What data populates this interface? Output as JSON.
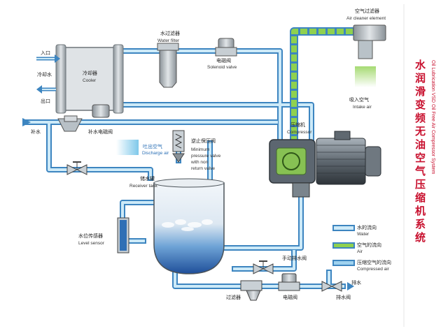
{
  "title": {
    "cn": [
      "水",
      "润",
      "滑",
      "变",
      "频",
      "无",
      "油",
      "空",
      "气",
      "压",
      "缩",
      "机",
      "系",
      "统"
    ],
    "en": "Oil Lubrication VSD Oil Free Air Compressor System"
  },
  "labels": {
    "inlet": "入口",
    "cooling_water": "冷却水",
    "outlet": "出口",
    "makeup_water": "补水",
    "cooler_cn": "冷却器",
    "cooler_en": "Cooler",
    "water_filter_cn": "水过滤器",
    "water_filter_en": "Water filter",
    "solenoid_valve_cn": "电磁阀",
    "solenoid_valve_en": "Solenoid valve",
    "makeup_solenoid_cn": "补水电磁阀",
    "air_cleaner_cn": "空气过滤器",
    "air_cleaner_en": "Air cleaner element",
    "intake_air_cn": "吸入空气",
    "intake_air_en": "Intake air",
    "compressor_cn": "压缩机",
    "compressor_en": "Compressor",
    "discharge_air_cn": "吐出空气",
    "discharge_air_en": "Discharge air",
    "min_pressure_cn": "逆止保压阀",
    "min_pressure_en": [
      "Minimum",
      "pressure valve",
      "with non",
      "return valve"
    ],
    "receiver_tank_cn": "储水罐",
    "receiver_tank_en": "Receiver tank",
    "level_sensor_cn": "水位传感器",
    "level_sensor_en": "Level sensor",
    "manual_drain_cn": "手动排水阀",
    "drain_cn": "排水",
    "drain_valve_cn": "排水阀",
    "filter_cn": "过滤器",
    "solenoid_bottom_cn": "电磁阀"
  },
  "legend": {
    "water_cn": "水的流向",
    "water_en": "Water",
    "air_cn": "空气的流向",
    "air_en": "Air",
    "compressed_cn": "压缩空气的流向",
    "compressed_en": "Compressed air"
  },
  "colors": {
    "water_pipe": "#4a90c8",
    "water_fill": "#bfe3f5",
    "air_pipe": "#8fd14f",
    "compressed_pipe": "#5a9fd4",
    "title_red": "#c8102e"
  }
}
